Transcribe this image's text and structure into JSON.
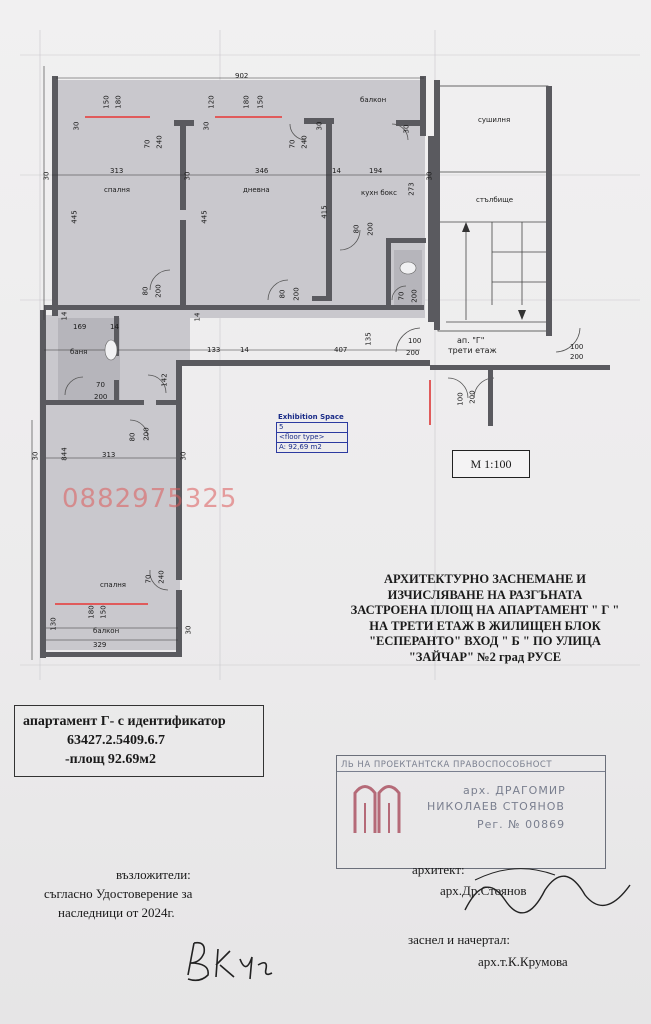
{
  "plan": {
    "rooms": {
      "bedroom1": "спалня",
      "living": "дневна",
      "kitchen": "кухн бокс",
      "balcony_top": "балкон",
      "bath": "баня",
      "bedroom2": "спалня",
      "balcony_bottom": "балкон",
      "storage": "сушилня",
      "stairs": "стълбище"
    },
    "apartment_label_1": "ап. \"Г\"",
    "apartment_label_2": "трети етаж",
    "dims": {
      "top_total": "902",
      "top_150a": "150",
      "top_180a": "180",
      "top_120": "120",
      "top_180b": "180",
      "top_150b": "150",
      "d30a": "30",
      "d70a": "70",
      "d240a": "240",
      "d30b": "30",
      "d70b": "70",
      "d240b": "240",
      "d30c": "30",
      "d313a": "313",
      "d346": "346",
      "d194": "194",
      "d14a": "14",
      "d30d": "30",
      "d273": "273",
      "d445a": "445",
      "d445b": "445",
      "d415": "415",
      "d80a": "80",
      "d200a": "200",
      "d80b": "80",
      "d200b": "200",
      "d80c": "80",
      "d200c": "200",
      "d80d": "80",
      "d200d": "200",
      "d70c": "70",
      "d200e": "200",
      "d169": "169",
      "d14b": "14",
      "d14c": "14",
      "d133": "133",
      "d14d": "14",
      "d407": "407",
      "d135": "135",
      "d100a": "100",
      "d200f": "200",
      "d100b": "100",
      "d200g": "200",
      "d70d": "70",
      "d200h": "200",
      "d142": "142",
      "d80e": "80",
      "d200i": "200",
      "d100c": "100",
      "d200j": "200",
      "d30e": "30",
      "d844": "844",
      "d313b": "313",
      "d30f": "30",
      "d70e": "70",
      "d240c": "240",
      "d130": "130",
      "d180c": "180",
      "d150c": "150",
      "d329": "329",
      "d30g": "30"
    },
    "exhibition": {
      "title": "Exhibition Space",
      "number": "5",
      "floor_type": "<floor type>",
      "area": "A: 92,69 m2"
    },
    "watermark_phone": "0882975325"
  },
  "scale": "М 1:100",
  "title_lines": [
    "АРХИТЕКТУРНО ЗАСНЕМАНЕ И",
    "ИЗЧИСЛЯВАНЕ НА РАЗГЪНАТА",
    "ЗАСТРОЕНА ПЛОЩ НА АПАРТАМЕНТ \" Г \"",
    "НА ТРЕТИ ЕТАЖ  В ЖИЛИЩЕН БЛОК",
    "\"ЕСПЕРАНТО\" ВХОД \" Б \" ПО УЛИЦА",
    "\"ЗАЙЧАР\" №2 град РУСЕ"
  ],
  "identifier": {
    "line1": "апартамент Г- с идентификатор",
    "line2": "63427.2.5409.6.7",
    "line3": "-площ 92.69м2"
  },
  "stamp": {
    "header": "ЛЬ  НА ПРОЕКТАНТСКА ПРАВОСПОСОБНОСТ",
    "name1": "арх. ДРАГОМИР",
    "name2": "НИКОЛАЕВ СТОЯНОВ",
    "reg": "Рег. №  00869"
  },
  "clients": {
    "line1": "възложители:",
    "line2": "съгласно Удостоверение за",
    "line3": "наследници от 2024г."
  },
  "architect": {
    "label": "архитект:",
    "name": "арх.Др.Стоянов"
  },
  "drafter": {
    "label": "заснел и начертал:",
    "name": "арх.т.К.Крумова"
  },
  "colors": {
    "wall": "#555555",
    "floor": "#c9c8cd",
    "window": "#e05b5b",
    "dim_line": "#333333"
  }
}
